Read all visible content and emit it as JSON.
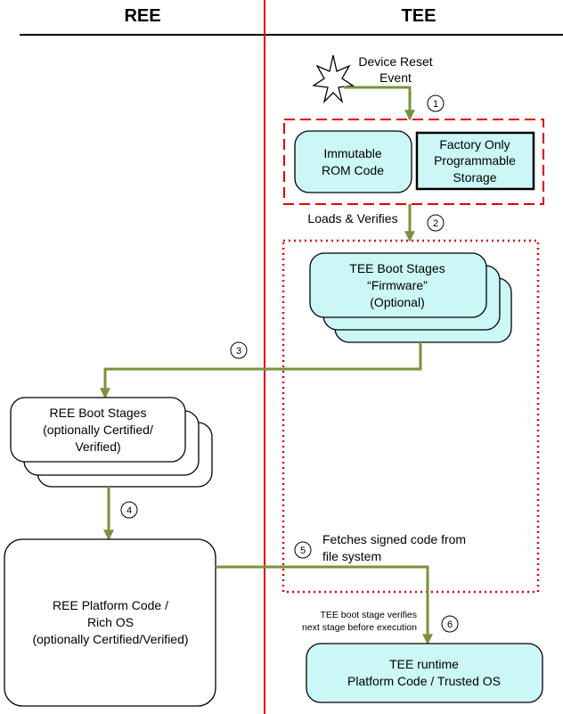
{
  "headers": {
    "ree": "REE",
    "tee": "TEE"
  },
  "reset_event": {
    "line1": "Device Reset",
    "line2": "Event"
  },
  "rom_code": {
    "line1": "Immutable",
    "line2": "ROM Code"
  },
  "factory_storage": {
    "line1": "Factory Only",
    "line2": "Programmable",
    "line3": "Storage"
  },
  "loads_verifies": "Loads & Verifies",
  "tee_boot": {
    "line1": "TEE Boot Stages",
    "line2": "“Firmware”",
    "line3": "(Optional)"
  },
  "ree_boot": {
    "line1": "REE Boot Stages",
    "line2": "(optionally Certified/",
    "line3": "Verified)"
  },
  "ree_platform": {
    "line1": "REE Platform Code /",
    "line2": "Rich OS",
    "line3": "(optionally Certified/Verified)"
  },
  "fetches": {
    "line1": "Fetches signed code from",
    "line2": "file system"
  },
  "verify_note": {
    "line1": "TEE boot stage verifies",
    "line2": "next stage before execution"
  },
  "tee_runtime": {
    "line1": "TEE runtime",
    "line2": "Platform Code / Trusted OS"
  },
  "steps": [
    "1",
    "2",
    "3",
    "4",
    "5",
    "6"
  ],
  "colors": {
    "flow": "#77933c",
    "divider": "#e00000",
    "cyan_fill": "#ccf7f7"
  }
}
